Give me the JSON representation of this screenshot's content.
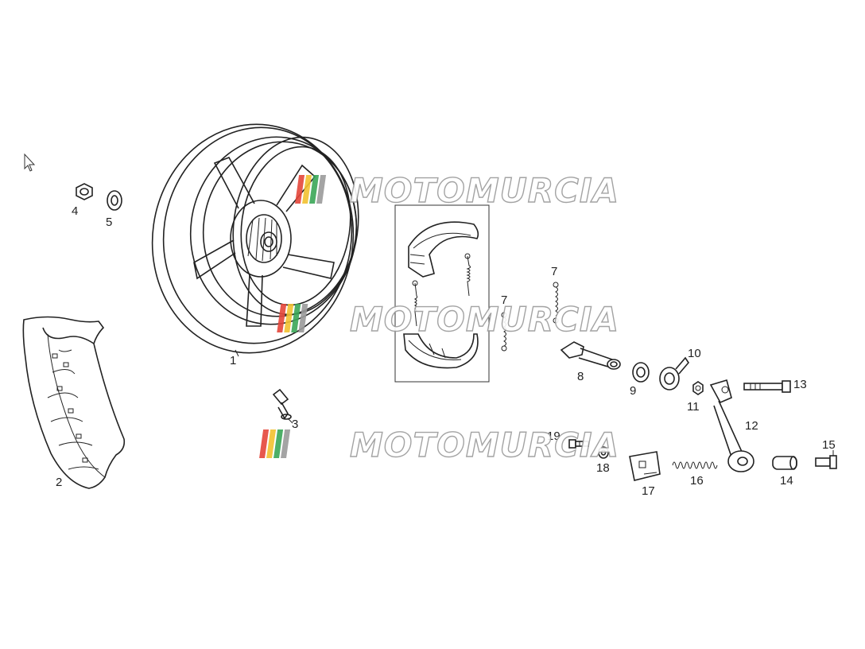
{
  "diagram": {
    "labels": {
      "p1": "1",
      "p2": "2",
      "p3": "3",
      "p4": "4",
      "p5": "5",
      "p7a": "7",
      "p7b": "7",
      "p8": "8",
      "p9": "9",
      "p10": "10",
      "p11": "11",
      "p12": "12",
      "p13": "13",
      "p14": "14",
      "p15": "15",
      "p16": "16",
      "p17": "17",
      "p18": "18",
      "p19": "19"
    },
    "watermark": {
      "text": "MOTOMURCIA",
      "stripe_colors": [
        "#e5473a",
        "#f2c230",
        "#3aa757",
        "#9b9b9b"
      ]
    }
  }
}
